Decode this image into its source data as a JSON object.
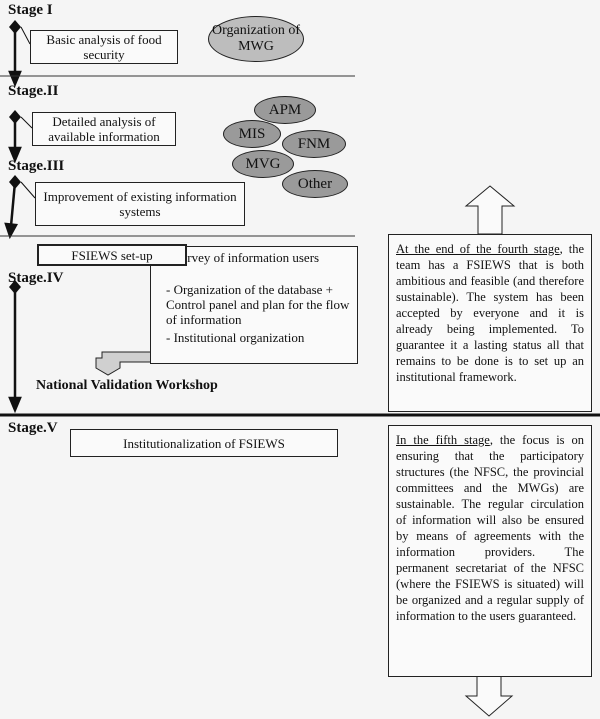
{
  "stages": {
    "s1": "Stage I",
    "s2": "Stage.II",
    "s3": "Stage.III",
    "s4": "Stage.IV",
    "s5": "Stage.V"
  },
  "boxes": {
    "basic_analysis": "Basic analysis of food security",
    "detailed_analysis": "Detailed analysis of available information",
    "improvement": "Improvement of existing information systems",
    "fsiews_setup": "FSIEWS set-up",
    "institutionalization": "Institutionalization of FSIEWS"
  },
  "ellipses": {
    "organization_mwg": "Organization of MWG",
    "apm": "APM",
    "mis": "MIS",
    "fnm": "FNM",
    "mvg": "MVG",
    "other": "Other"
  },
  "setup_items": [
    "- Survey of information users",
    "- Organization of the database + Control panel and plan for the flow of information",
    "- Institutional organization"
  ],
  "workshop": "National Validation Workshop",
  "notes": {
    "fourth_lead": "At the end of the fourth stage",
    "fourth_rest": ", the team has a FSIEWS that is both ambitious and feasible (and therefore sustainable). The system has been accepted by everyone and it is already being implemented. To guarantee it a lasting status all that remains to be done is to set up an institutional framework.",
    "fifth_lead": "In the fifth stage",
    "fifth_rest": ", the focus is on ensuring that the participatory structures (the NFSC, the provincial committees and the MWGs) are sustainable. The regular circulation of information will also be ensured by means of agreements with the information providers. The permanent secretariat of the NFSC (where the FSIEWS is situated) will be organized and a regular supply of information to the users guaranteed."
  }
}
